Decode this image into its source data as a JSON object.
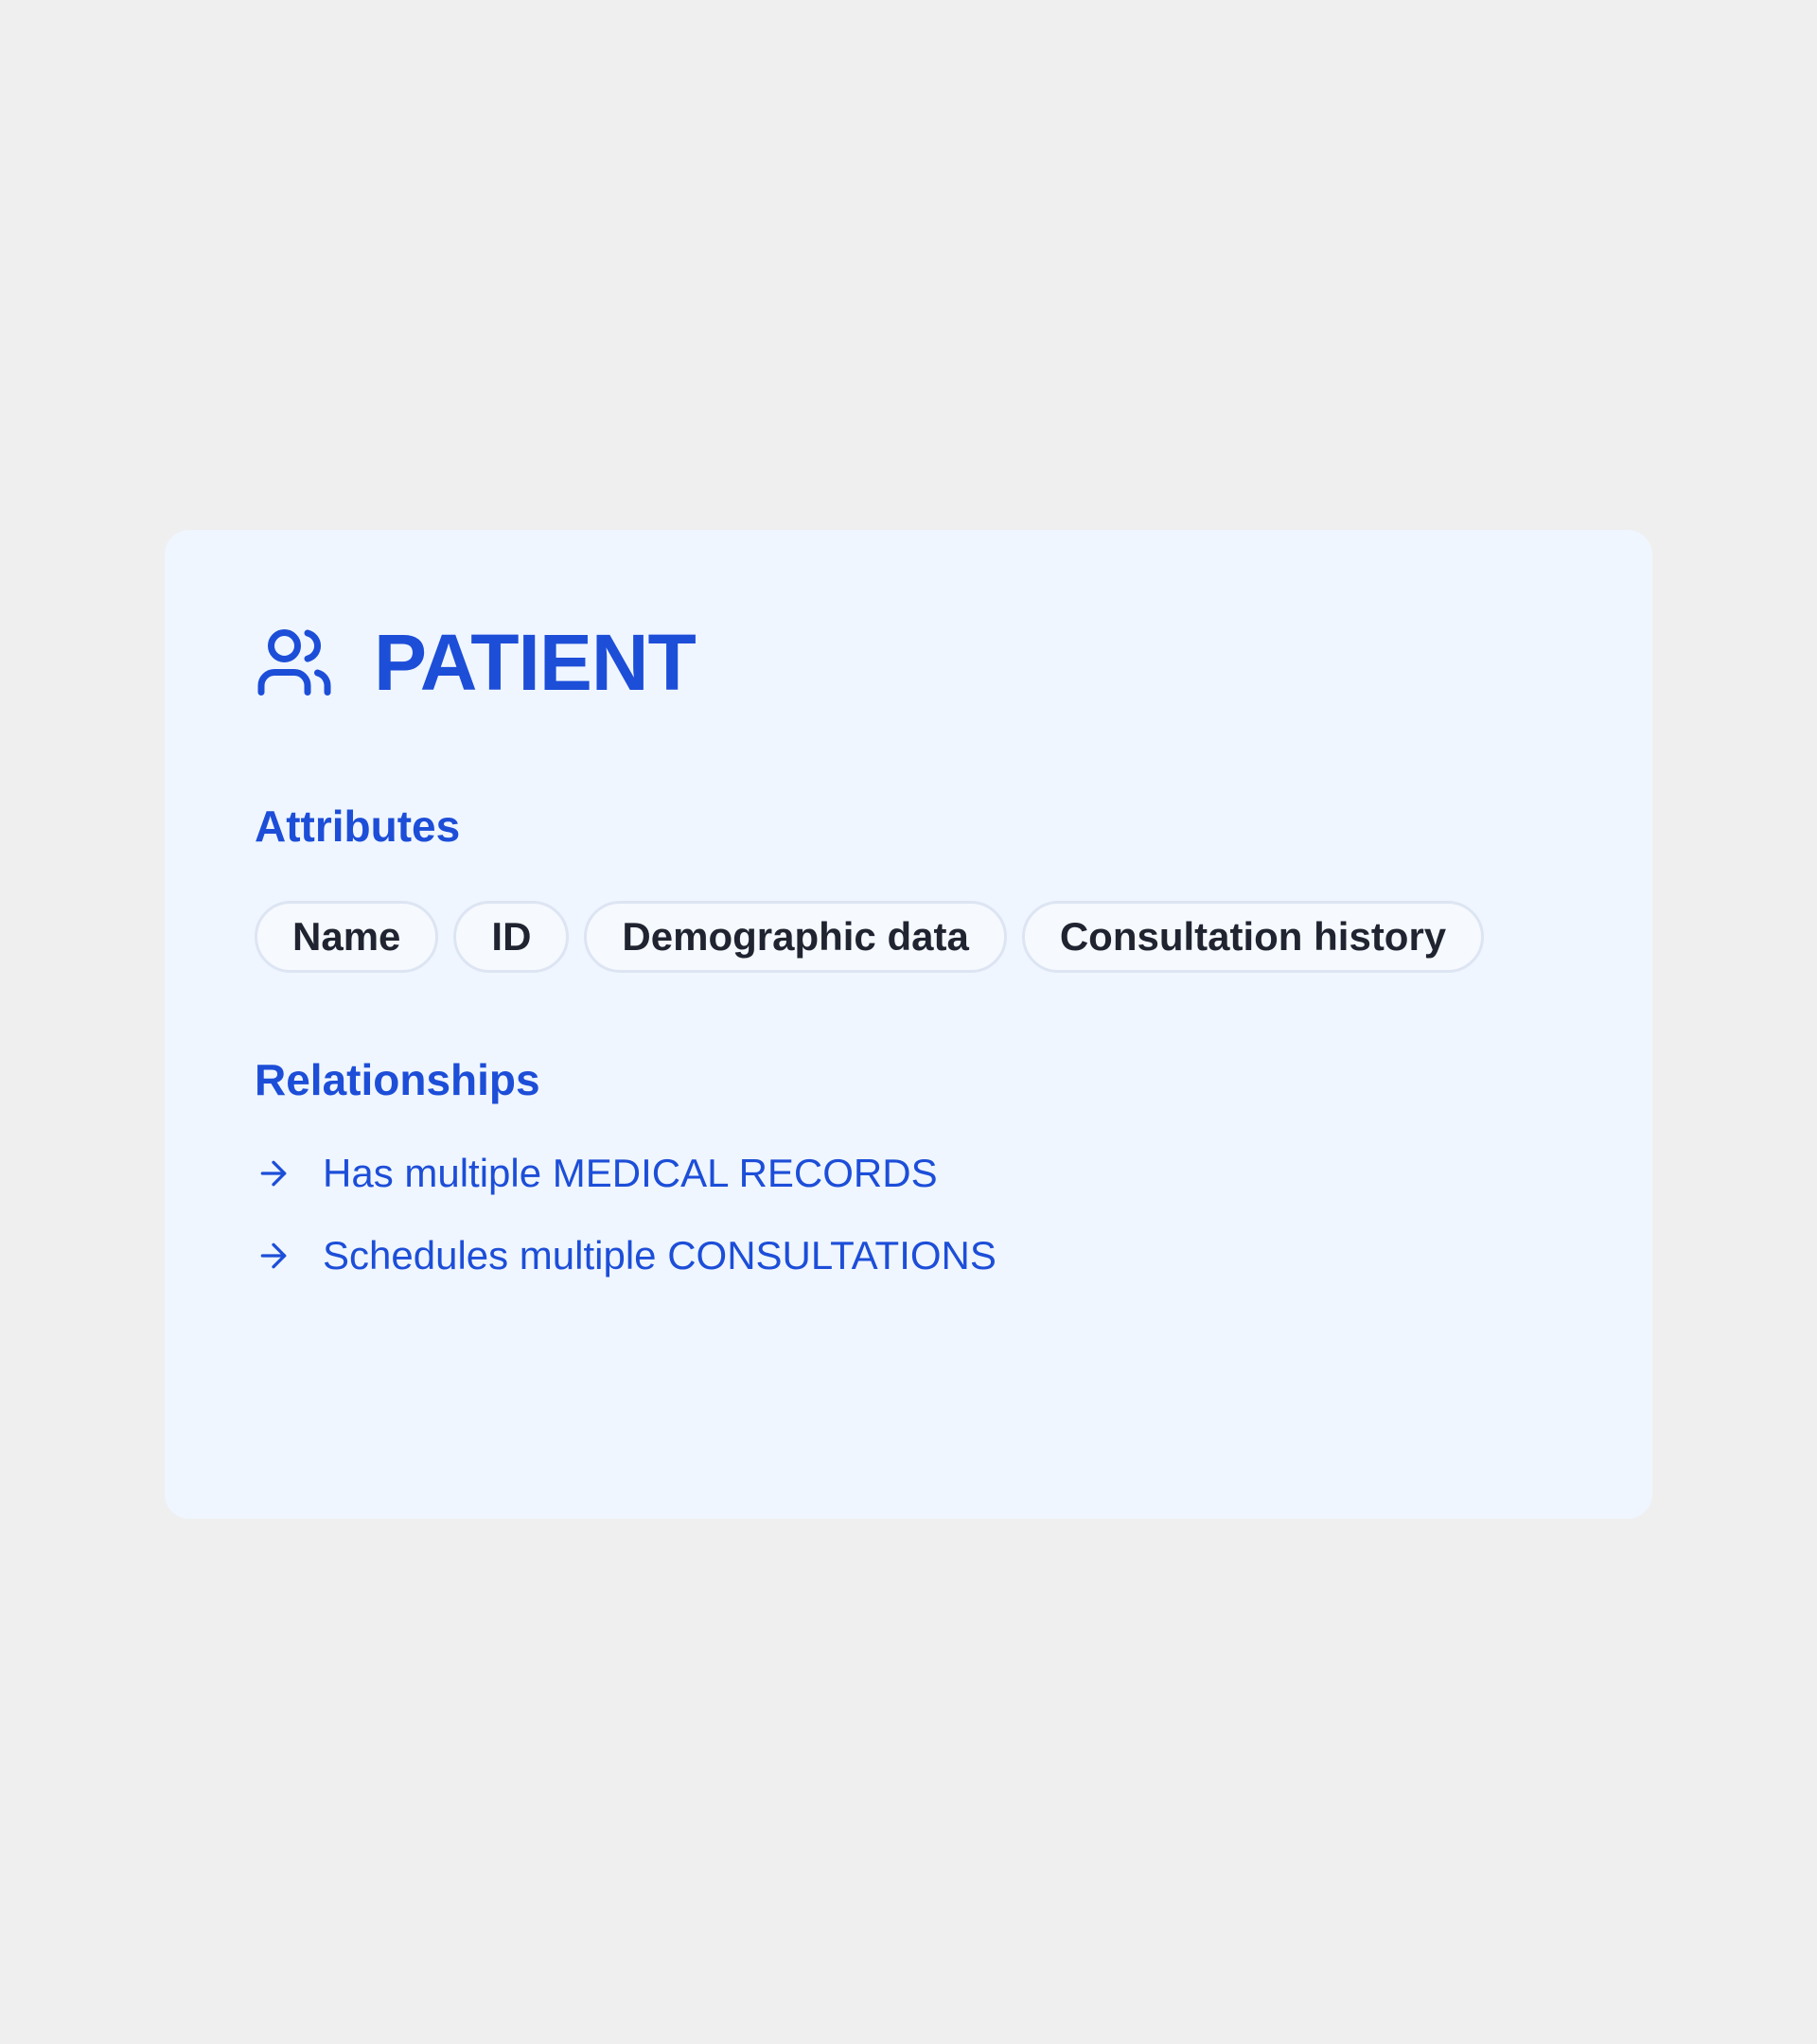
{
  "entity": {
    "name": "PATIENT",
    "icon": "users-icon"
  },
  "attributes": {
    "title": "Attributes",
    "items": [
      "Name",
      "ID",
      "Demographic data",
      "Consultation history"
    ]
  },
  "relationships": {
    "title": "Relationships",
    "items": [
      "Has multiple MEDICAL RECORDS",
      "Schedules multiple CONSULTATIONS"
    ]
  },
  "colors": {
    "background": "#efefef",
    "card": "#eff6ff",
    "accent": "#1d4ed8",
    "chip_text": "#1f2430",
    "chip_border": "#dde5f3"
  }
}
